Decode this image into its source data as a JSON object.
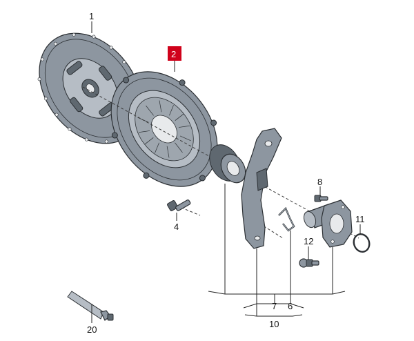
{
  "diagram": {
    "labels": {
      "clutch_disc": "1",
      "pressure_plate": "2",
      "bolt": "4",
      "clip": "6",
      "release_bearing": "7",
      "guide_bolt": "8",
      "release_fork_group": "10",
      "o_ring": "11",
      "ball_stud": "12",
      "grease_tube": "20"
    },
    "highlight_color": "#d0021b",
    "part_color": "#8d96a0"
  }
}
